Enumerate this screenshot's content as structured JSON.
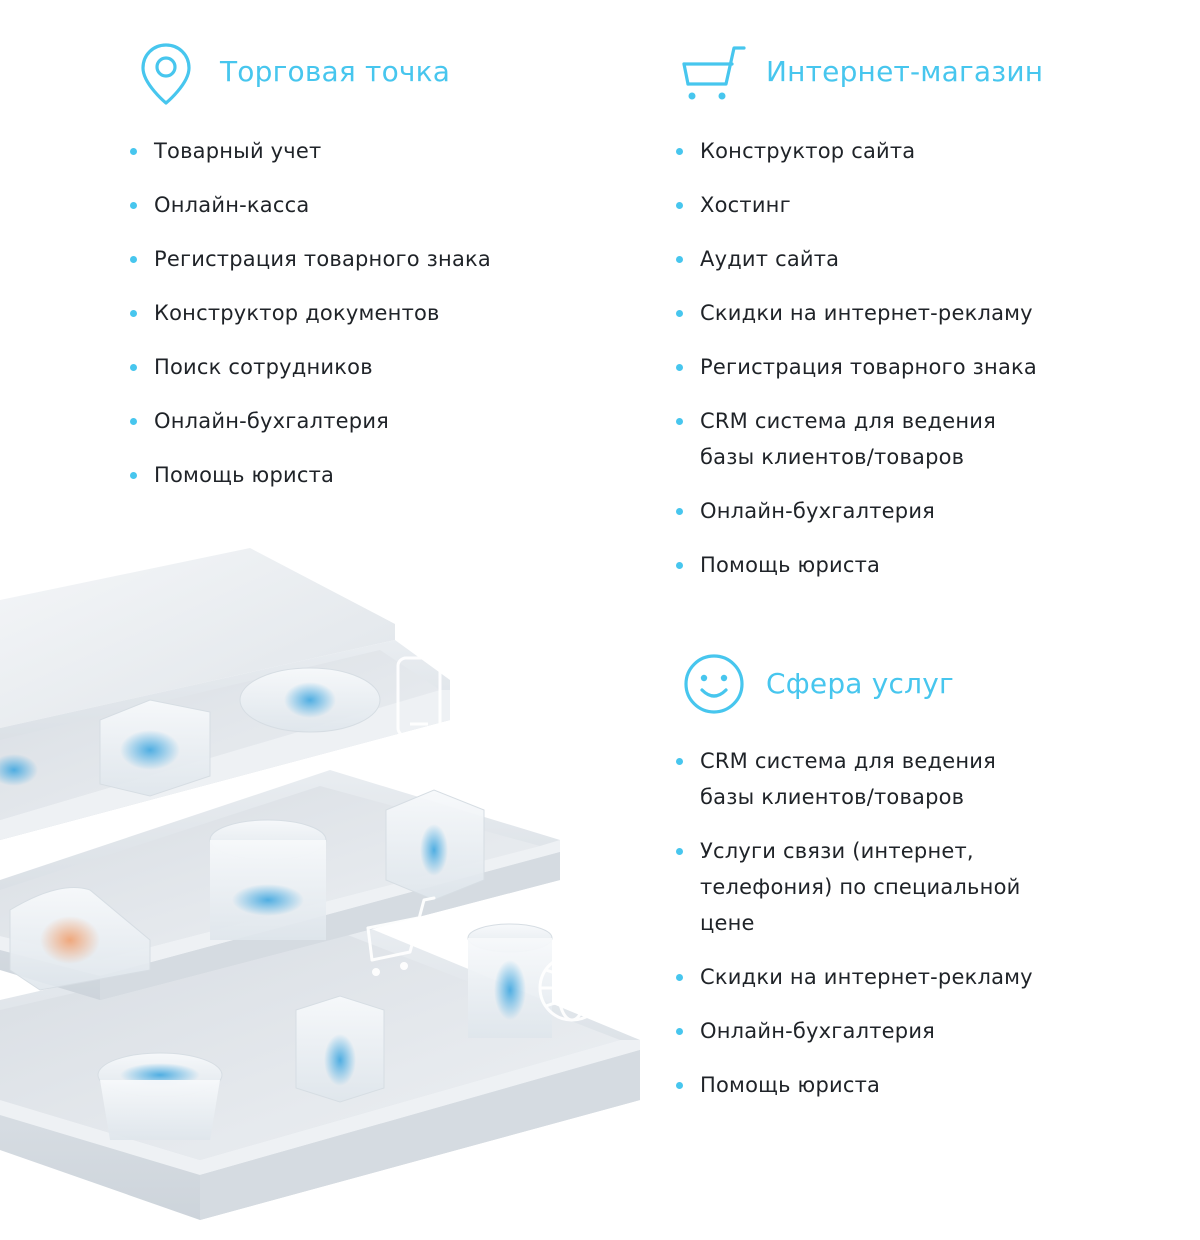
{
  "accent_color": "#47c6ee",
  "sections": [
    {
      "icon": "location-pin-icon",
      "title": "Торговая точка",
      "items": [
        "Товарный учет",
        "Онлайн-касса",
        "Регистрация товарного знака",
        "Конструктор документов",
        "Поиск сотрудников",
        "Онлайн-бухгалтерия",
        "Помощь юриста"
      ]
    },
    {
      "icon": "shopping-cart-icon",
      "title": "Интернет-магазин",
      "items": [
        "Конструктор сайта",
        "Хостинг",
        "Аудит сайта",
        "Скидки на интернет-рекламу",
        "Регистрация товарного знака",
        "CRM система для ведения\nбазы клиентов/товаров",
        "Онлайн-бухгалтерия",
        "Помощь юриста"
      ]
    },
    {
      "icon": "smiley-face-icon",
      "title": "Сфера услуг",
      "items": [
        "CRM система для ведения\nбазы клиентов/товаров",
        "Услуги связи (интернет,\nтелефония) по специальной\nцене",
        "Скидки на интернет-рекламу",
        "Онлайн-бухгалтерия",
        "Помощь юриста"
      ]
    }
  ]
}
